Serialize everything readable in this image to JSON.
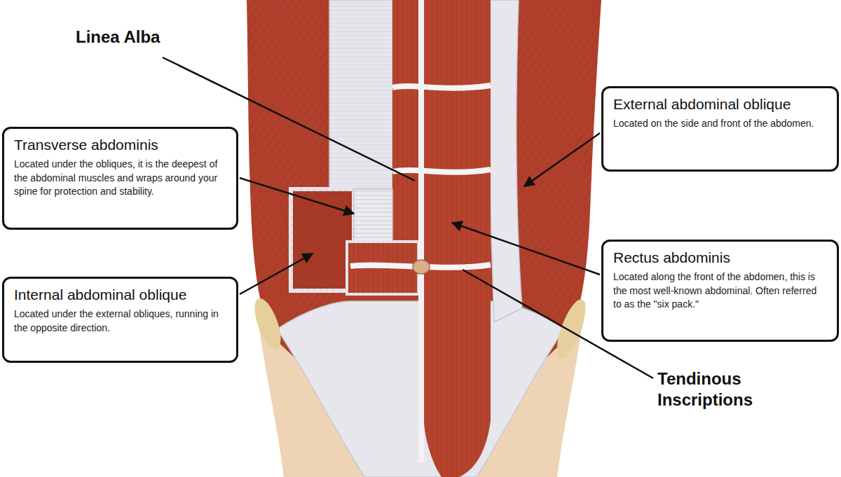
{
  "diagram": {
    "nodes": [
      {
        "text": [
          "External abdominal oblique",
          "Located on the side and front of the abdomen."
        ]
      },
      {
        "text": [
          "Transverse abdominis",
          "Located under the obliques, it is the deepest of the abdominal muscles and wraps around your spine for protection and stability."
        ]
      },
      {
        "text": [
          "Rectus abdominis",
          "Located along the front of the abdomen, this is the most well-known abdominal. Often referred to as the \"six pack.\""
        ]
      },
      {
        "text": [
          "Internal abdominal oblique",
          "Located under the external obliques, running in the opposite direction."
        ]
      }
    ],
    "labels": [
      "Linea Alba",
      "Tendinous Inscriptions"
    ]
  }
}
